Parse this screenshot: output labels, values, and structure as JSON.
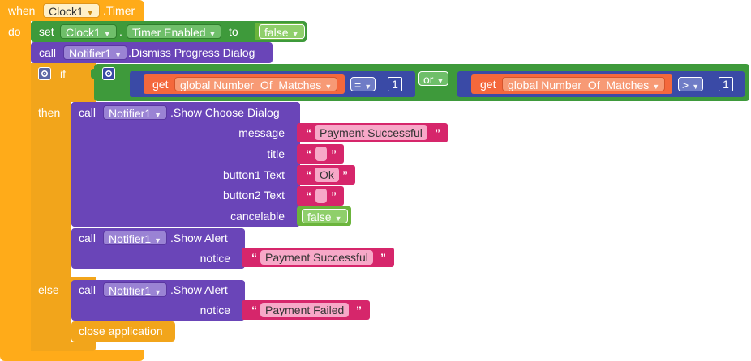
{
  "colors": {
    "event": "#ffab19",
    "event_dark": "#e0951a",
    "component": "#3e9a3b",
    "component_dark": "#2f7f2d",
    "procedure": "#6a45b8",
    "procedure_dark": "#5a37a1",
    "control": "#f2a51b",
    "logic": "#6bb43c",
    "logic_light": "#8fcf6b",
    "math": "#3a4aa6",
    "variable": "#f4683c",
    "text": "#d6266b",
    "text_field": "#f7a8c8"
  },
  "event": {
    "when": "when",
    "component": "Clock1",
    "event_name": ".Timer",
    "do": "do"
  },
  "set_block": {
    "set": "set",
    "component": "Clock1",
    "dot": ".",
    "property": "Timer Enabled",
    "to": "to",
    "value": "false"
  },
  "dismiss_block": {
    "call": "call",
    "component": "Notifier1",
    "method": ".Dismiss Progress Dialog"
  },
  "if_block": {
    "if": "if",
    "then": "then",
    "else": "else"
  },
  "condition": {
    "left": {
      "get": "get",
      "var": "global Number_Of_Matches",
      "op": "=",
      "num": "1"
    },
    "or": "or",
    "right": {
      "get": "get",
      "var": "global Number_Of_Matches",
      "op": ">",
      "num": "1"
    }
  },
  "choose_dialog": {
    "call": "call",
    "component": "Notifier1",
    "method": ".Show Choose Dialog",
    "message_label": "message",
    "message_value": "Payment Successful",
    "title_label": "title",
    "button1_label": "button1 Text",
    "button1_value": "Ok",
    "button2_label": "button2 Text",
    "cancelable_label": "cancelable",
    "cancelable_value": "false"
  },
  "alert_success": {
    "call": "call",
    "component": "Notifier1",
    "method": ".Show Alert",
    "notice_label": "notice",
    "notice_value": "Payment Successful"
  },
  "alert_failed": {
    "call": "call",
    "component": "Notifier1",
    "method": ".Show Alert",
    "notice_label": "notice",
    "notice_value": "Payment Failed"
  },
  "close_block": {
    "label": "close application"
  },
  "quotes": {
    "open": "“",
    "close": "”"
  }
}
